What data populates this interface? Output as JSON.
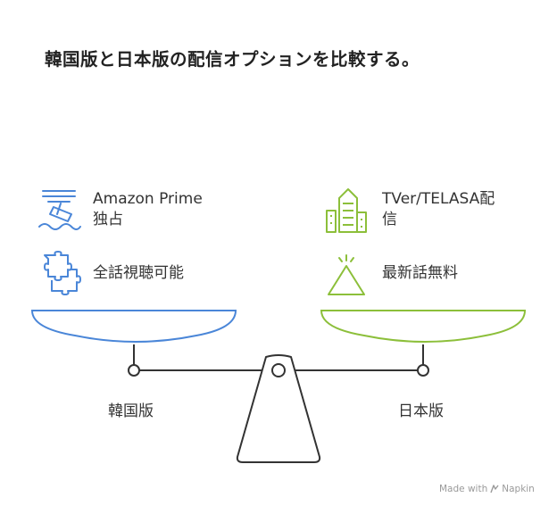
{
  "title": "韓国版と日本版の配信オプションを比較する。",
  "left": {
    "side_label": "韓国版",
    "color": "#4a86d8",
    "items": [
      {
        "text_line1": "Amazon Prime",
        "text_line2": "独占",
        "icon": "sinking-ship-icon"
      },
      {
        "text_line1": "全話視聴可能",
        "icon": "puzzle-piece-icon"
      }
    ]
  },
  "right": {
    "side_label": "日本版",
    "color": "#8cbf3a",
    "items": [
      {
        "text_line1": "TVer/TELASA配",
        "text_line2": "信",
        "icon": "city-buildings-icon"
      },
      {
        "text_line1": "最新話無料",
        "icon": "triangle-spark-icon"
      }
    ]
  },
  "watermark": {
    "made_with": "Made with",
    "brand": "Napkin"
  }
}
